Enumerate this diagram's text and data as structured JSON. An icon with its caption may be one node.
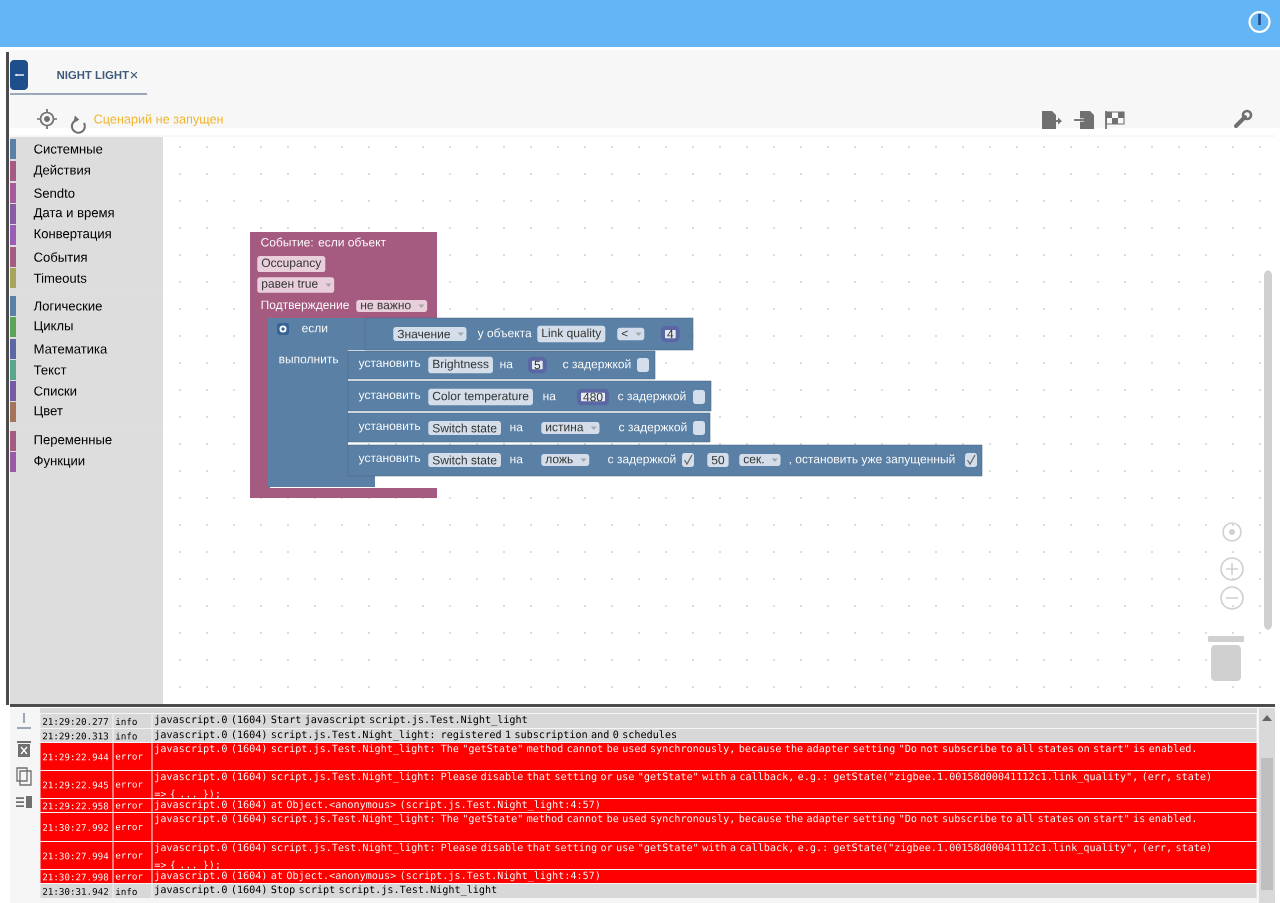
{
  "diagram": {
    "nodes": [
      {
        "text": [
          "Событие: если объект",
          "Occupancy",
          "равен true",
          "Подтверждение",
          "не важно"
        ]
      },
      {
        "text": [
          "если",
          "выполнить"
        ],
        "in": 0
      },
      {
        "text": [
          "Значение",
          "у объекта",
          "Link quality",
          "<",
          "4"
        ]
      },
      {
        "text": [
          "установить",
          "Brightness",
          "на",
          "5",
          "с задержкой"
        ]
      },
      {
        "text": [
          "установить",
          "Color temperature",
          "на",
          "480",
          "с задержкой"
        ]
      },
      {
        "text": [
          "установить",
          "Switch state",
          "на",
          "истина",
          "с задержкой"
        ]
      },
      {
        "text": [
          "установить",
          "Switch state",
          "на",
          "ложь",
          "с задержкой",
          "50",
          "сек.",
          ", остановить уже запущенный"
        ]
      }
    ],
    "labels": [
      "NIGHT LIGHT",
      "Сценарий не запущен",
      "Системные",
      "Действия",
      "Sendto",
      "Дата и время",
      "Конвертация",
      "События",
      "Timeouts",
      "Логические",
      "Циклы",
      "Математика",
      "Текст",
      "Списки",
      "Цвет",
      "Переменные",
      "Функции",
      "21:29:20.277",
      "info",
      "javascript.0 (1604) Start javascript script.js.Test.Night_light",
      "21:29:20.313",
      "info",
      "javascript.0 (1604) script.js.Test.Night_light: registered 1 subscription and 0 schedules",
      "21:29:22.944",
      "error",
      "javascript.0 (1604) script.js.Test.Night_light: The \"getState\" method cannot be used synchronously, because the adapter setting \"Do not subscribe to all states on start\" is enabled.",
      "21:29:22.945",
      "error",
      "javascript.0 (1604) script.js.Test.Night_light: Please disable that setting or use \"getState\" with a callback, e.g.: getState(\"zigbee.1.00158d00041112c1.link_quality\", (err, state) => { ... });",
      "21:29:22.958",
      "error",
      "javascript.0 (1604) at Object.<anonymous> (script.js.Test.Night_light:4:57)",
      "21:30:27.992",
      "error",
      "javascript.0 (1604) script.js.Test.Night_light: The \"getState\" method cannot be used synchronously, because the adapter setting \"Do not subscribe to all states on start\" is enabled.",
      "21:30:27.994",
      "error",
      "javascript.0 (1604) script.js.Test.Night_light: Please disable that setting or use \"getState\" with a callback, e.g.: getState(\"zigbee.1.00158d00041112c1.link_quality\", (err, state) => { ... });",
      "21:30:27.998",
      "error",
      "javascript.0 (1604) at Object.<anonymous> (script.js.Test.Night_light:4:57)",
      "21:30:31.942",
      "info",
      "javascript.0 (1604) Stop script script.js.Test.Night_light"
    ]
  }
}
